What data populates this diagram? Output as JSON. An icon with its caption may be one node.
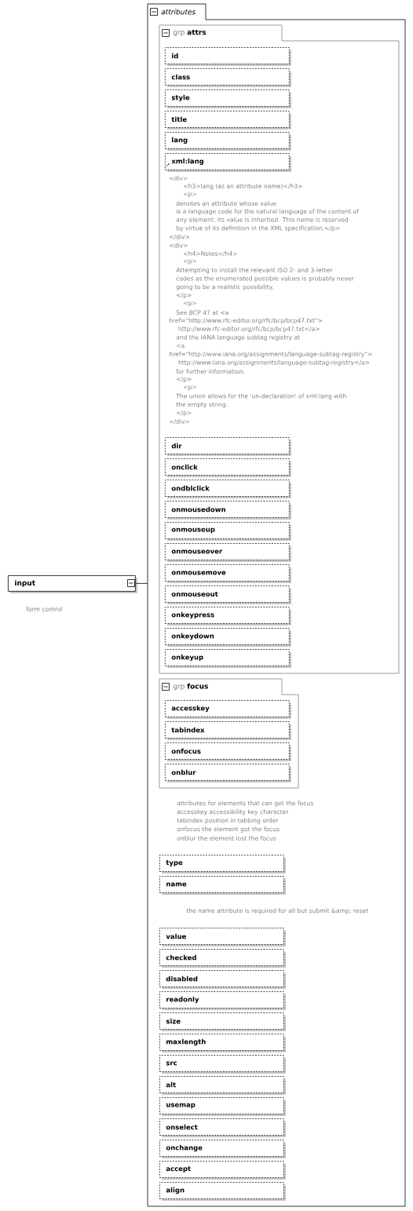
{
  "diagram": {
    "nodes": [
      {
        "text": [
          "input"
        ],
        "beside": [
          "form control"
        ]
      },
      {
        "text": [
          "attributes"
        ]
      },
      {
        "text": [
          "grp",
          "attrs"
        ],
        "in": 1
      },
      {
        "text": [
          "id"
        ],
        "in": 2
      },
      {
        "text": [
          "class"
        ],
        "in": 2
      },
      {
        "text": [
          "style"
        ],
        "in": 2
      },
      {
        "text": [
          "title"
        ],
        "in": 2
      },
      {
        "text": [
          "lang"
        ],
        "in": 2
      },
      {
        "text": [
          "xml:lang"
        ],
        "in": 2,
        "beside": [
          "<div>",
          "<h3>lang (as an attribute name)</h3>",
          "<p>",
          "denotes an attribute whose value",
          "is a language code for the natural language of the content of",
          "any element; its value is inherited.  This name is reserved",
          "by virtue of its definition in the XML specification.</p>",
          "</div>",
          "<div>",
          "<h4>Notes</h4>",
          "<p>",
          "Attempting to install the relevant ISO 2- and 3-letter",
          "codes as the enumerated possible values is probably never",
          "going to be a realistic possibility.",
          "</p>",
          "<p>",
          "See BCP 47 at <a",
          "href=\"http://www.rfc-editor.org/rfc/bcp/bcp47.txt\">",
          "http://www.rfc-editor.org/rfc/bcp/bcp47.txt</a>",
          "and the IANA language subtag registry at",
          "<a",
          "href=\"http://www.iana.org/assignments/language-subtag-registry\">",
          "http://www.iana.org/assignments/language-subtag-registry</a>",
          "for further information.",
          "</p>",
          "<p>",
          "The union allows for the 'un-declaration' of xml:lang with",
          "the empty string.",
          "</p>",
          "</div>"
        ]
      },
      {
        "text": [
          "dir"
        ],
        "in": 2
      },
      {
        "text": [
          "onclick"
        ],
        "in": 2
      },
      {
        "text": [
          "ondblclick"
        ],
        "in": 2
      },
      {
        "text": [
          "onmousedown"
        ],
        "in": 2
      },
      {
        "text": [
          "onmouseup"
        ],
        "in": 2
      },
      {
        "text": [
          "onmouseover"
        ],
        "in": 2
      },
      {
        "text": [
          "onmousemove"
        ],
        "in": 2
      },
      {
        "text": [
          "onmouseout"
        ],
        "in": 2
      },
      {
        "text": [
          "onkeypress"
        ],
        "in": 2
      },
      {
        "text": [
          "onkeydown"
        ],
        "in": 2
      },
      {
        "text": [
          "onkeyup"
        ],
        "in": 2
      },
      {
        "text": [
          "grp",
          "focus"
        ],
        "in": 1,
        "beside": [
          "attributes for elements that can get the focus",
          "accesskey    accessibility key character",
          "tabindex    position in tabbing order",
          "onfocus     the element got the focus",
          "onblur      the element lost the focus"
        ]
      },
      {
        "text": [
          "accesskey"
        ],
        "in": 20
      },
      {
        "text": [
          "tabindex"
        ],
        "in": 20
      },
      {
        "text": [
          "onfocus"
        ],
        "in": 20
      },
      {
        "text": [
          "onblur"
        ],
        "in": 20
      },
      {
        "text": [
          "type"
        ],
        "in": 1
      },
      {
        "text": [
          "name"
        ],
        "in": 1,
        "beside": [
          "the name attribute is required for all but submit &amp; reset"
        ]
      },
      {
        "text": [
          "value"
        ],
        "in": 1
      },
      {
        "text": [
          "checked"
        ],
        "in": 1
      },
      {
        "text": [
          "disabled"
        ],
        "in": 1
      },
      {
        "text": [
          "readonly"
        ],
        "in": 1
      },
      {
        "text": [
          "size"
        ],
        "in": 1
      },
      {
        "text": [
          "maxlength"
        ],
        "in": 1
      },
      {
        "text": [
          "src"
        ],
        "in": 1
      },
      {
        "text": [
          "alt"
        ],
        "in": 1
      },
      {
        "text": [
          "usemap"
        ],
        "in": 1
      },
      {
        "text": [
          "onselect"
        ],
        "in": 1
      },
      {
        "text": [
          "onchange"
        ],
        "in": 1
      },
      {
        "text": [
          "accept"
        ],
        "in": 1
      },
      {
        "text": [
          "align"
        ],
        "in": 1
      }
    ],
    "edges": [
      {
        "from": 0,
        "to": 1,
        "arrow": "none"
      }
    ]
  }
}
